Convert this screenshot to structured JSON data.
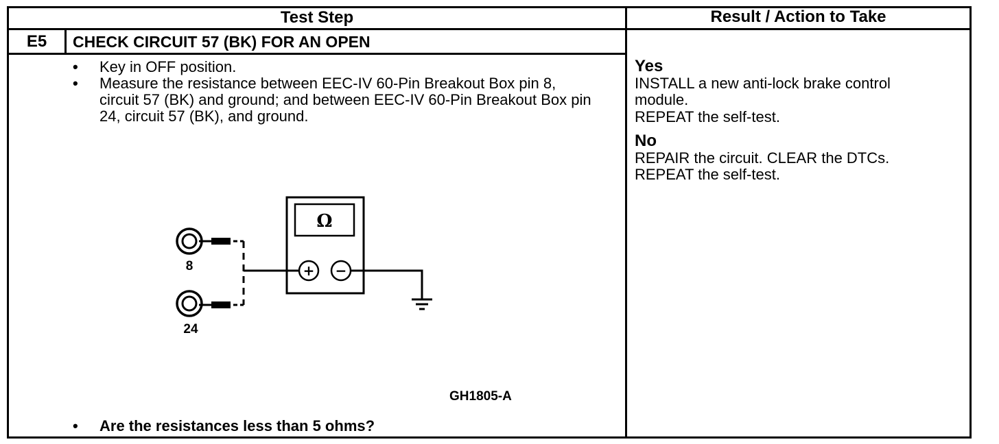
{
  "table": {
    "header_left": "Test Step",
    "header_right": "Result / Action to Take"
  },
  "step": {
    "id": "E5",
    "title": "CHECK CIRCUIT 57 (BK) FOR AN OPEN",
    "bullets": [
      "Key in OFF position.",
      "Measure the resistance between EEC-IV 60-Pin Breakout Box pin 8, circuit 57 (BK) and ground; and between EEC-IV 60-Pin Breakout Box pin 24, circuit 57 (BK), and ground."
    ],
    "question": "Are the resistances less than 5 ohms?"
  },
  "diagram": {
    "meter_symbol": "Ω",
    "plus_symbol": "+",
    "minus_symbol": "−",
    "pin_top_label": "8",
    "pin_bottom_label": "24",
    "figure_id": "GH1805-A"
  },
  "result": {
    "yes_label": "Yes",
    "yes_lines": [
      "INSTALL a new anti-lock brake control",
      "module.",
      "REPEAT the self-test."
    ],
    "no_label": "No",
    "no_lines": [
      "REPAIR the circuit. CLEAR the DTCs.",
      "REPEAT the self-test."
    ]
  }
}
